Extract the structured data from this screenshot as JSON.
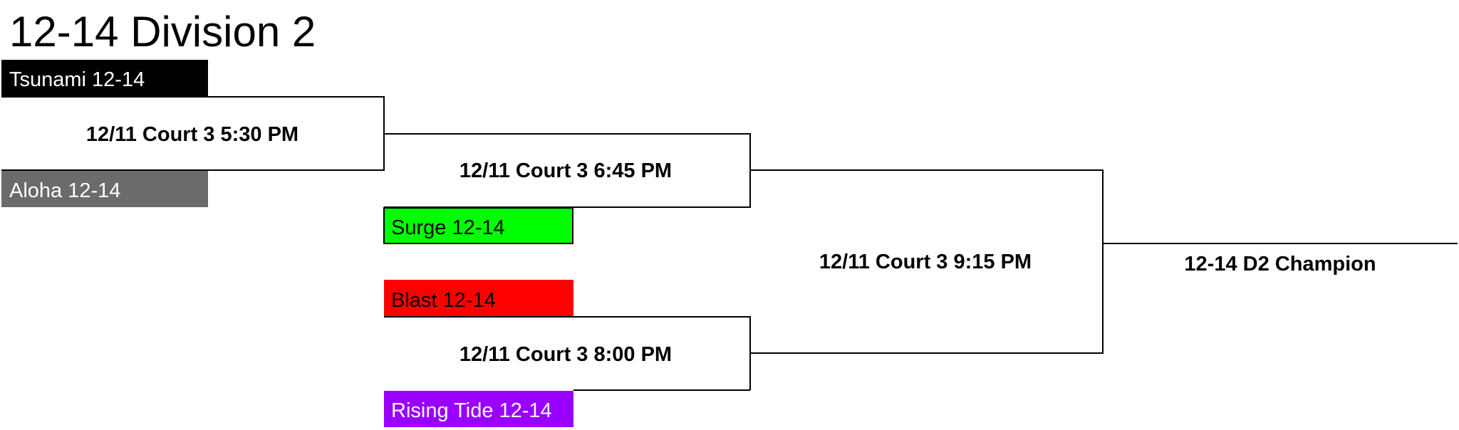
{
  "title": "12-14 Division 2",
  "colors": {
    "tsunami": "#000000",
    "aloha": "#6b6b6b",
    "surge": "#00ff00",
    "blast": "#ff0000",
    "rising_tide": "#9900ff",
    "line": "#000000"
  },
  "teams": {
    "tsunami": "Tsunami 12-14",
    "aloha": "Aloha 12-14",
    "surge": "Surge 12-14",
    "blast": "Blast 12-14",
    "rising_tide": "Rising Tide 12-14"
  },
  "games": {
    "game1": "12/11 Court 3 5:30 PM",
    "game2": "12/11 Court 3 6:45 PM",
    "game3": "12/11 Court 3 8:00 PM",
    "final": "12/11 Court 3 9:15 PM"
  },
  "champion": "12-14 D2 Champion"
}
